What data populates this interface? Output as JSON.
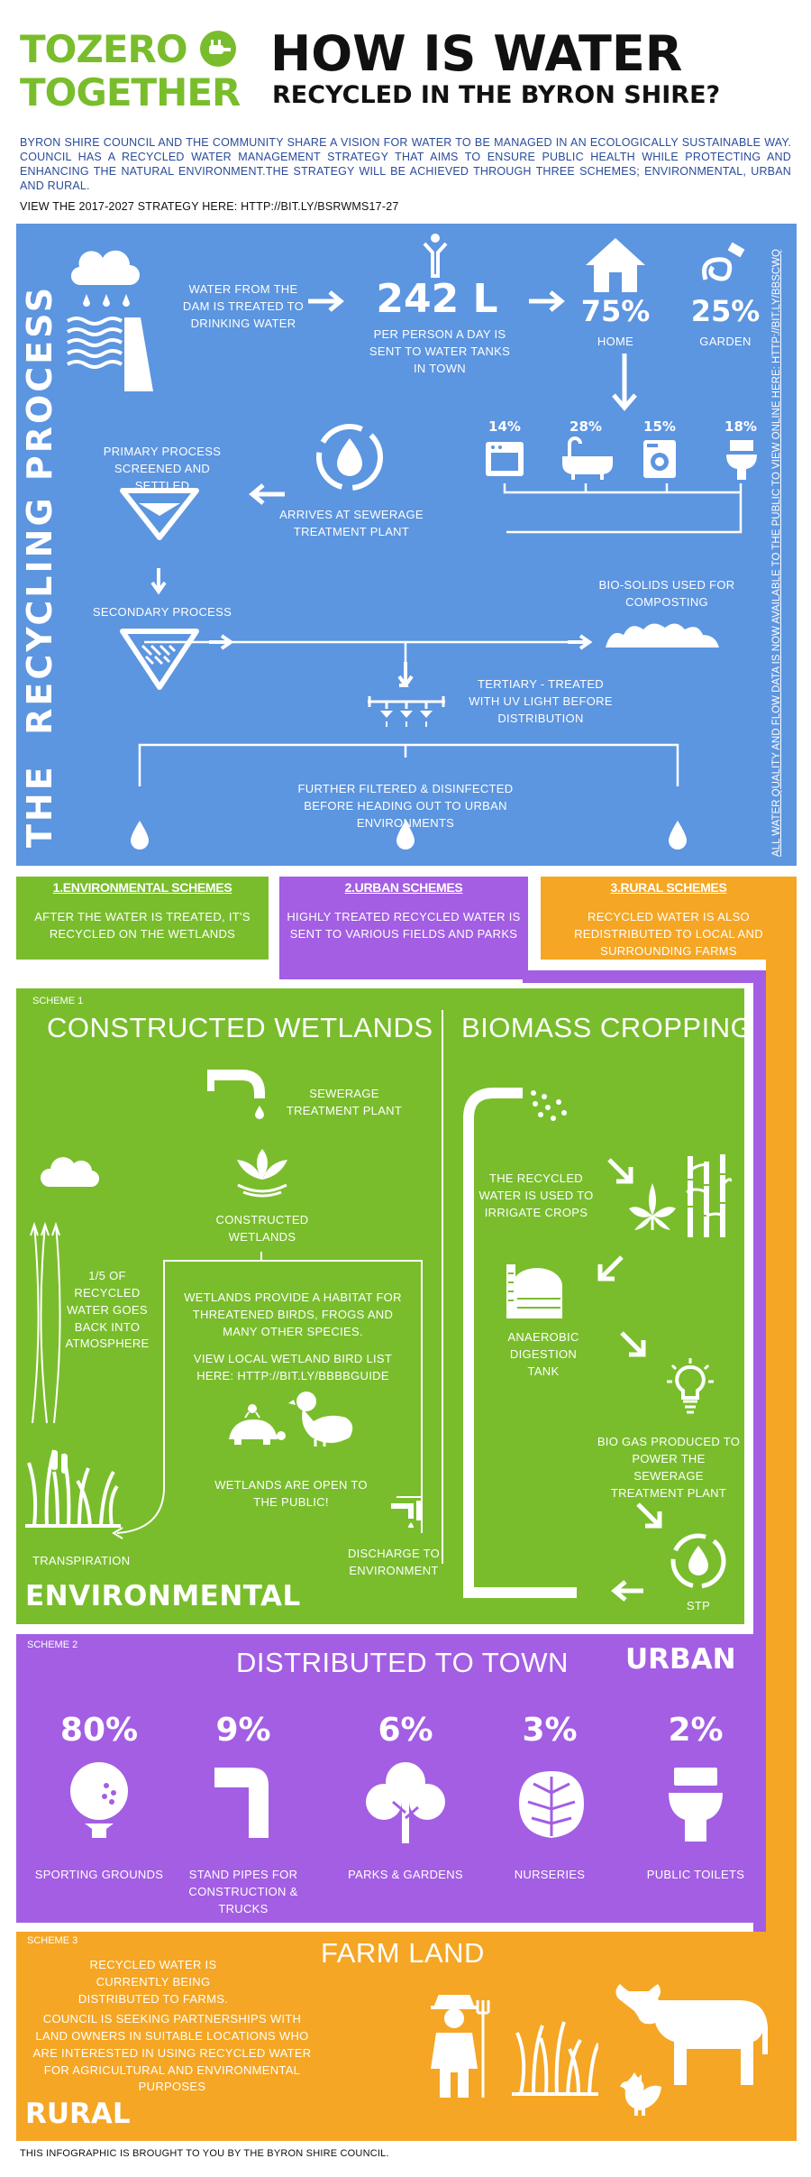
{
  "header": {
    "logo_line1_a": "TO",
    "logo_line1_b": "ZERO",
    "logo_line2": "TOGETHER",
    "title": "HOW IS WATER",
    "subtitle": "RECYCLED IN THE BYRON SHIRE?",
    "intro": "BYRON SHIRE COUNCIL AND THE COMMUNITY SHARE A VISION FOR WATER TO BE MANAGED IN AN ECOLOGICALLY SUSTAINABLE WAY. COUNCIL HAS A RECYCLED WATER MANAGEMENT STRATEGY THAT AIMS TO ENSURE PUBLIC HEALTH WHILE  PROTECTING AND ENHANCING THE NATURAL ENVIRONMENT.THE STRATEGY WILL BE ACHIEVED THROUGH THREE SCHEMES; ENVIRONMENTAL, URBAN AND RURAL.",
    "strategy_link": "VIEW THE 2017-2027 STRATEGY HERE: HTTP://BIT.LY/BSRWMS17-27"
  },
  "process": {
    "side_title": "THE  RECYCLING PROCESS",
    "side_note": "ALL WATER QUALITY AND FLOW DATA IS NOW AVAILABLE TO THE PUBLIC TO VIEW ONLINE HERE: HTTP://BIT.LY/BBSCWQ",
    "dam_text": "WATER FROM THE DAM IS TREATED TO DRINKING WATER",
    "per_person_value": "242 L",
    "per_person_text": "PER PERSON A DAY IS SENT TO WATER TANKS IN TOWN",
    "home_pct": "75%",
    "home_label": "HOME",
    "garden_pct": "25%",
    "garden_label": "GARDEN",
    "kitchen_pct": "14%",
    "bath_pct": "28%",
    "laundry_pct": "15%",
    "toilet_pct": "18%",
    "primary_text": "PRIMARY PROCESS SCREENED AND SETTLED",
    "arrives_text": "ARRIVES AT SEWERAGE TREATMENT PLANT",
    "secondary_text": "SECONDARY PROCESS",
    "biosolids_text": "BIO-SOLIDS USED FOR COMPOSTING",
    "tertiary_text": "TERTIARY - TREATED WITH UV LIGHT BEFORE DISTRIBUTION",
    "filtered_text": "FURTHER FILTERED & DISINFECTED BEFORE HEADING OUT TO URBAN ENVIRONMENTS"
  },
  "schemes": [
    {
      "title": "1.ENVIRONMENTAL SCHEMES",
      "text": "AFTER THE WATER IS TREATED, IT'S RECYCLED ON THE WETLANDS"
    },
    {
      "title": "2.URBAN SCHEMES",
      "text": "HIGHLY TREATED RECYCLED WATER IS SENT TO VARIOUS FIELDS AND PARKS"
    },
    {
      "title": "3.RURAL SCHEMES",
      "text": "RECYCLED WATER IS ALSO REDISTRIBUTED TO LOCAL AND SURROUNDING FARMS"
    }
  ],
  "environmental": {
    "scheme_label": "SCHEME 1",
    "wetlands_title": "CONSTRUCTED WETLANDS",
    "sewerage_text": "SEWERAGE TREATMENT PLANT",
    "constructed_text": "CONSTRUCTED WETLANDS",
    "fifth_text": "1/5 OF RECYCLED WATER GOES BACK INTO ATMOSPHERE",
    "habitat_text": "WETLANDS PROVIDE A HABITAT FOR THREATENED BIRDS, FROGS AND MANY OTHER SPECIES.",
    "bird_text": "VIEW LOCAL WETLAND BIRD LIST HERE: HTTP://BIT.LY/BBBBGUIDE",
    "open_text": "WETLANDS ARE OPEN TO THE PUBLIC!",
    "transpiration_text": "TRANSPIRATION",
    "discharge_text": "DISCHARGE TO ENVIRONMENT",
    "section_label": "ENVIRONMENTAL",
    "biomass_title": "BIOMASS CROPPING",
    "irrigate_text": "THE RECYCLED WATER IS USED TO IRRIGATE CROPS",
    "anaerobic_text": "ANAEROBIC DIGESTION TANK",
    "biogas_text": "BIO GAS PRODUCED TO POWER THE SEWERAGE TREATMENT PLANT",
    "stp_text": "STP"
  },
  "urban": {
    "scheme_label": "SCHEME 2",
    "title": "DISTRIBUTED TO TOWN",
    "section_label": "URBAN",
    "items": [
      {
        "pct": "80%",
        "label": "SPORTING GROUNDS"
      },
      {
        "pct": "9%",
        "label": "STAND PIPES FOR CONSTRUCTION & TRUCKS"
      },
      {
        "pct": "6%",
        "label": "PARKS & GARDENS"
      },
      {
        "pct": "3%",
        "label": "NURSERIES"
      },
      {
        "pct": "2%",
        "label": "PUBLIC TOILETS"
      }
    ]
  },
  "rural": {
    "scheme_label": "SCHEME 3",
    "title": "FARM LAND",
    "text1": "RECYCLED WATER IS CURRENTLY BEING DISTRIBUTED TO FARMS.",
    "text2": "COUNCIL IS SEEKING PARTNERSHIPS WITH LAND OWNERS IN SUITABLE LOCATIONS WHO ARE INTERESTED IN USING RECYCLED WATER FOR AGRICULTURAL AND ENVIRONMENTAL PURPOSES",
    "section_label": "RURAL"
  },
  "footer": "THIS INFOGRAPHIC IS BROUGHT TO YOU BY THE BYRON SHIRE COUNCIL.",
  "colors": {
    "blue": "#5c95e0",
    "green": "#79bd2c",
    "purple": "#a35ee3",
    "orange": "#f5a624",
    "navy": "#2a4b9b",
    "black": "#111111"
  }
}
